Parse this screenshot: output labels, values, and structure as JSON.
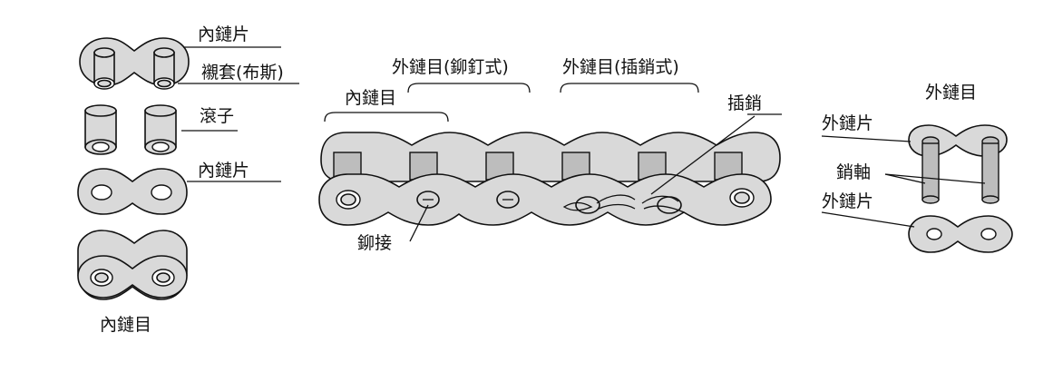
{
  "labels": {
    "inner_plate_top": "內鏈片",
    "bushing": "襯套(布斯)",
    "roller": "滾子",
    "inner_plate_mid": "內鏈片",
    "inner_link_caption": "內鏈目",
    "outer_link_riveted": "外鏈目(鉚釘式)",
    "outer_link_pinned": "外鏈目(插銷式)",
    "inner_link_chain": "內鏈目",
    "cotter_pin": "插銷",
    "riveting": "鉚接",
    "outer_link_right": "外鏈目",
    "outer_plate_top": "外鏈片",
    "pin_shaft": "銷軸",
    "outer_plate_bottom": "外鏈片"
  }
}
